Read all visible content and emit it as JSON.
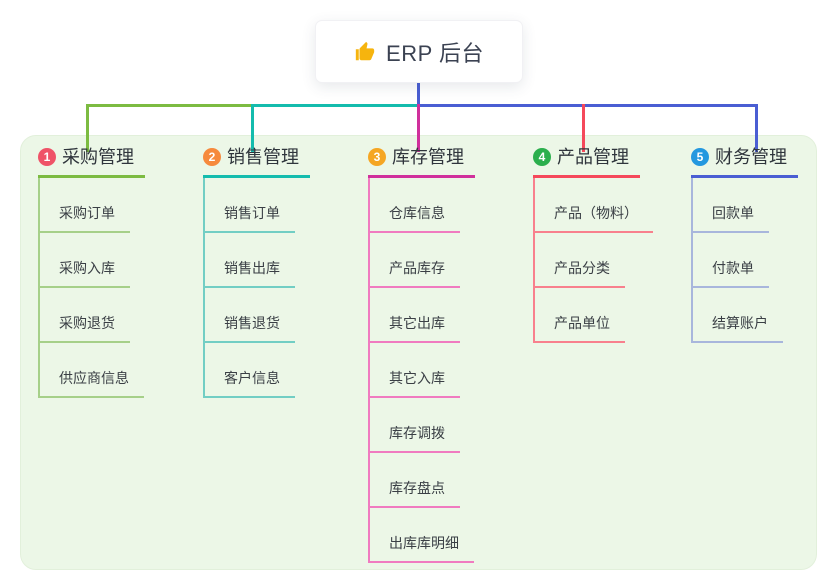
{
  "root": {
    "title": "ERP 后台",
    "icon": "thumbs-up-icon",
    "icon_color": "#F6B40E",
    "line_color": "#4A5ED3"
  },
  "panel": {
    "background": "#ECF7E7"
  },
  "branches": [
    {
      "index": "1",
      "title": "采购管理",
      "badge_color": "#EF5368",
      "line_color": "#7CBB41",
      "child_line_color": "#A6D089",
      "children": [
        "采购订单",
        "采购入库",
        "采购退货",
        "供应商信息"
      ]
    },
    {
      "index": "2",
      "title": "销售管理",
      "badge_color": "#F68A3D",
      "line_color": "#14BCAD",
      "child_line_color": "#72CEC4",
      "children": [
        "销售订单",
        "销售出库",
        "销售退货",
        "客户信息"
      ]
    },
    {
      "index": "3",
      "title": "库存管理",
      "badge_color": "#F5A623",
      "line_color": "#D0309C",
      "child_line_color": "#F07BC0",
      "children": [
        "仓库信息",
        "产品库存",
        "其它出库",
        "其它入库",
        "库存调拨",
        "库存盘点",
        "出库库明细"
      ]
    },
    {
      "index": "4",
      "title": "产品管理",
      "badge_color": "#2BAF4D",
      "line_color": "#F5495B",
      "child_line_color": "#F8808D",
      "children": [
        "产品（物料）",
        "产品分类",
        "产品单位"
      ]
    },
    {
      "index": "5",
      "title": "财务管理",
      "badge_color": "#2498DF",
      "line_color": "#4A5ED3",
      "child_line_color": "#A8B6DC",
      "children": [
        "回款单",
        "付款单",
        "结算账户"
      ]
    }
  ]
}
